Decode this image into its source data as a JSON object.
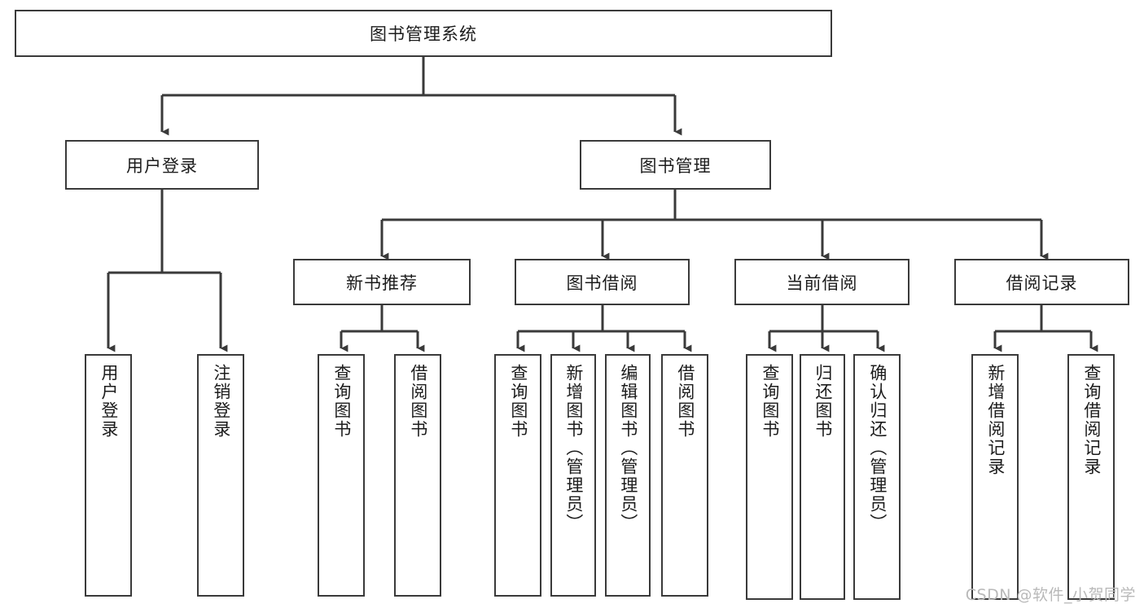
{
  "diagram": {
    "type": "tree-hierarchy",
    "title": "图书管理系统",
    "root": {
      "label": "图书管理系统"
    },
    "level1": [
      {
        "label": "用户登录"
      },
      {
        "label": "图书管理"
      }
    ],
    "level2": [
      {
        "label": "新书推荐"
      },
      {
        "label": "图书借阅"
      },
      {
        "label": "当前借阅"
      },
      {
        "label": "借阅记录"
      }
    ],
    "leaves": {
      "user_login": [
        {
          "label": "用户登录"
        },
        {
          "label": "注销登录"
        }
      ],
      "new_book_recommend": [
        {
          "label": "查询图书"
        },
        {
          "label": "借阅图书"
        }
      ],
      "book_borrow": [
        {
          "label": "查询图书"
        },
        {
          "label": "新增图书（管理员）"
        },
        {
          "label": "编辑图书（管理员）"
        },
        {
          "label": "借阅图书"
        }
      ],
      "current_borrow": [
        {
          "label": "查询图书"
        },
        {
          "label": "归还图书"
        },
        {
          "label": "确认归还（管理员）"
        }
      ],
      "borrow_record": [
        {
          "label": "新增借阅记录"
        },
        {
          "label": "查询借阅记录"
        }
      ]
    }
  },
  "watermark": {
    "text": "CSDN @软件_小贺同学"
  },
  "colors": {
    "border": "#3a3a3a",
    "text": "#1c1c1c",
    "background": "#ffffff",
    "watermark": "#b9b9b9"
  }
}
